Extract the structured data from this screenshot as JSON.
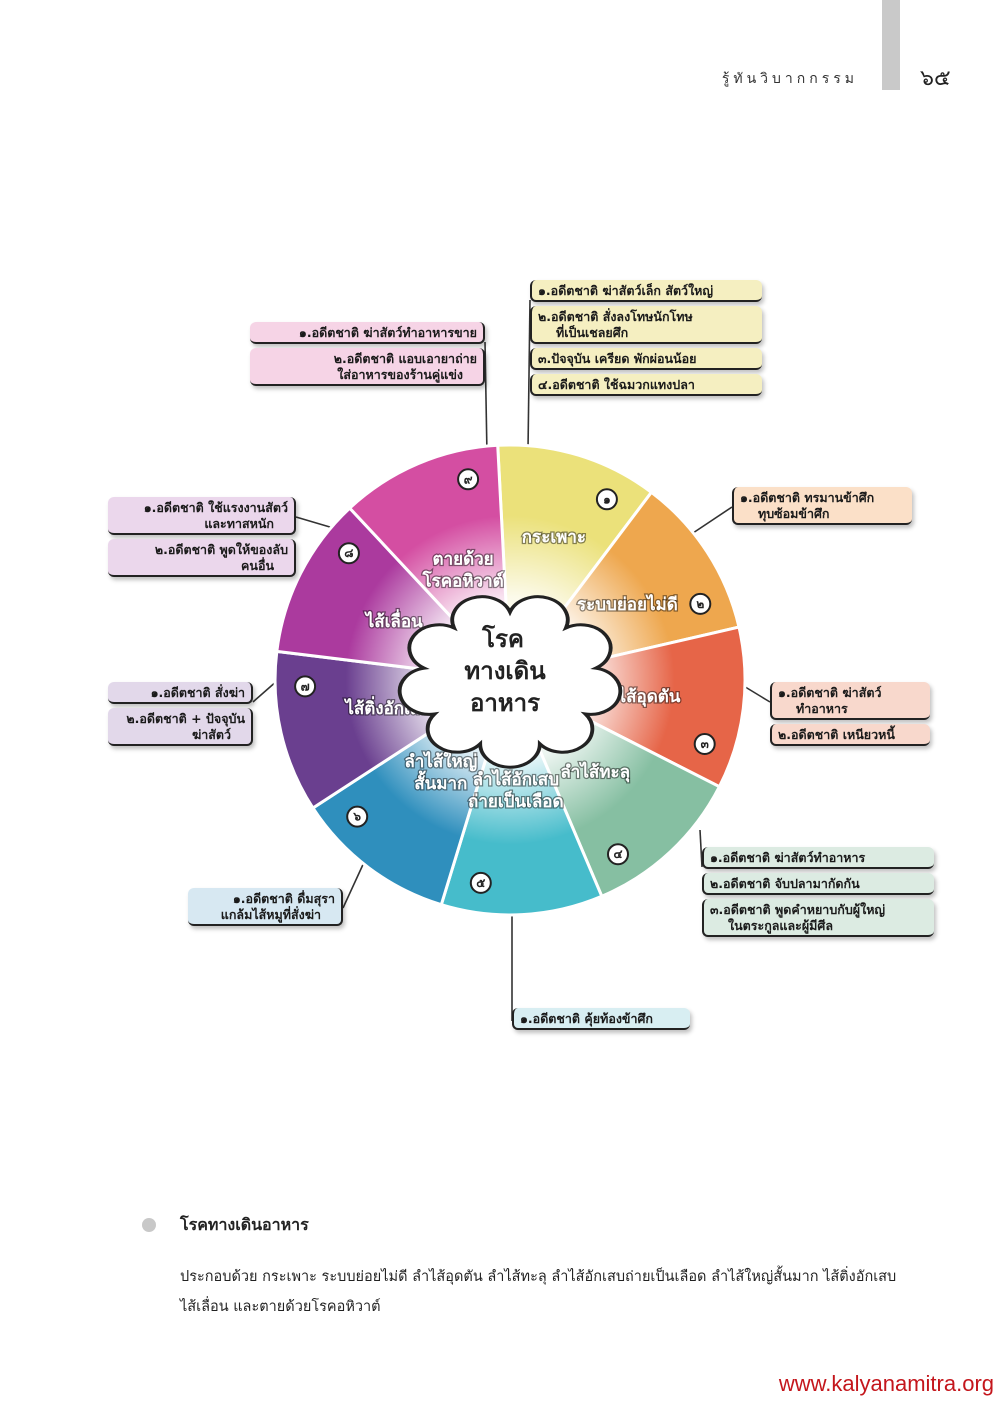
{
  "header": {
    "title": "รู้ทันวิบากกรรม",
    "page_number": "๖๕"
  },
  "diagram": {
    "center_text": [
      "โรค",
      "ทางเดิน",
      "อาหาร"
    ],
    "segments": [
      {
        "num": "๑",
        "label": [
          "กระเพาะ"
        ],
        "color": "#ebe17a"
      },
      {
        "num": "๒",
        "label": [
          "ระบบย่อยไม่ดี"
        ],
        "color": "#eea74e"
      },
      {
        "num": "๓",
        "label": [
          "ลำไส้อุดตัน"
        ],
        "color": "#e66548"
      },
      {
        "num": "๔",
        "label": [
          "ลำไส้ทะลุ"
        ],
        "color": "#86bfa2"
      },
      {
        "num": "๕",
        "label": [
          "ลำไส้อักเสบ",
          "ถ่ายเป็นเลือด"
        ],
        "color": "#46bccb"
      },
      {
        "num": "๖",
        "label": [
          "ลำไส้ใหญ่",
          "สั้นมาก"
        ],
        "color": "#2f8fbd"
      },
      {
        "num": "๗",
        "label": [
          "ไส้ติ่งอักเสบ"
        ],
        "color": "#6a3f8f"
      },
      {
        "num": "๘",
        "label": [
          "ไส้เลื่อน"
        ],
        "color": "#ab3a9e"
      },
      {
        "num": "๙",
        "label": [
          "ตายด้วย",
          "โรคอหิวาต์"
        ],
        "color": "#d44ea2"
      }
    ],
    "callouts": [
      {
        "segment": "๑",
        "color": "#f5efc1",
        "items": [
          [
            "๑.อดีตชาติ ฆ่าสัตว์เล็ก สัตว์ใหญ่"
          ],
          [
            "๒.อดีตชาติ สั่งลงโทษนักโทษ",
            "ที่เป็นเชลยศึก"
          ],
          [
            "๓.ปัจจุบัน เครียด พักผ่อนน้อย"
          ],
          [
            "๔.อดีตชาติ ใช้ฉมวกแทงปลา"
          ]
        ]
      },
      {
        "segment": "๒",
        "color": "#fbe0c8",
        "items": [
          [
            "๑.อดีตชาติ ทรมานข้าศึก",
            "ทุบซ้อมข้าศึก"
          ]
        ]
      },
      {
        "segment": "๓",
        "color": "#f8d8cc",
        "items": [
          [
            "๑.อดีตชาติ ฆ่าสัตว์",
            "ทำอาหาร"
          ],
          [
            "๒.อดีตชาติ เหนียวหนี้"
          ]
        ]
      },
      {
        "segment": "๔",
        "color": "#dcebe2",
        "items": [
          [
            "๑.อดีตชาติ ฆ่าสัตว์ทำอาหาร"
          ],
          [
            "๒.อดีตชาติ จับปลามากัดกัน"
          ],
          [
            "๓.อดีตชาติ พูดคำหยาบกับผู้ใหญ่",
            "ในตระกูลและผู้มีศีล"
          ]
        ]
      },
      {
        "segment": "๕",
        "color": "#d8eef2",
        "items": [
          [
            "๑.อดีตชาติ คุ้ยท้องข้าศึก"
          ]
        ]
      },
      {
        "segment": "๖",
        "color": "#d7e8f2",
        "items": [
          [
            "๑.อดีตชาติ ดื่มสุรา",
            "แกล้มไส้หมูที่สั่งฆ่า"
          ]
        ]
      },
      {
        "segment": "๗",
        "color": "#e2d8ea",
        "items": [
          [
            "๑.อดีตชาติ สั่งฆ่า"
          ],
          [
            "๒.อดีตชาติ + ปัจจุบัน",
            "ฆ่าสัตว์"
          ]
        ]
      },
      {
        "segment": "๘",
        "color": "#ebd7ec",
        "items": [
          [
            "๑.อดีตชาติ ใช้แรงงานสัตว์",
            "และทาสหนัก"
          ],
          [
            "๒.อดีตชาติ พูดให้ของลับ",
            "คนอื่น"
          ]
        ]
      },
      {
        "segment": "๙",
        "color": "#f6d4e6",
        "items": [
          [
            "๑.อดีตชาติ ฆ่าสัตว์ทำอาหารขาย"
          ],
          [
            "๒.อดีตชาติ แอบเอายาถ่าย",
            "ใส่อาหารของร้านคู่แข่ง"
          ]
        ]
      }
    ]
  },
  "section": {
    "title": "โรคทางเดินอาหาร",
    "body": "ประกอบด้วย กระเพาะ ระบบย่อยไม่ดี ลำไส้อุดตัน ลำไส้ทะลุ ลำไส้อักเสบถ่ายเป็นเลือด ลำไส้ใหญ่สั้นมาก ไส้ติ่งอักเสบ ไส้เลื่อน และตายด้วยโรคอหิวาต์"
  },
  "footer": {
    "url": "www.kalyanamitra.org"
  }
}
